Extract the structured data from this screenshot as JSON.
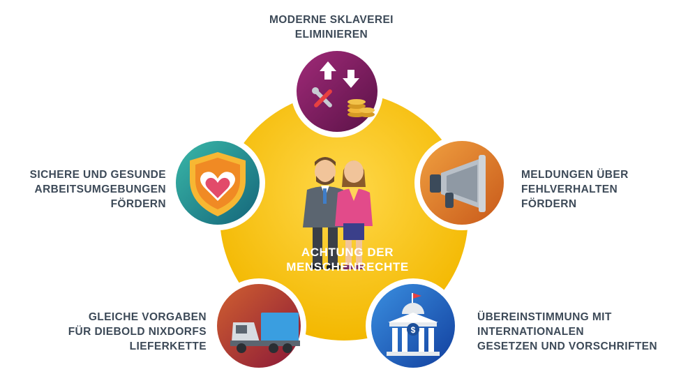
{
  "center": {
    "lines": [
      "ACHTUNG DER",
      "MENSCHENRECHTE"
    ],
    "icon": "two-people-icon"
  },
  "items": [
    {
      "lines": [
        "MODERNE SKLAVEREI",
        "ELIMINIEREN"
      ],
      "icon": "tools-coins-arrows-icon",
      "color": "#8b1e6b"
    },
    {
      "lines": [
        "MELDUNGEN ÜBER",
        "FEHLVERHALTEN",
        "FÖRDERN"
      ],
      "icon": "megaphone-icon",
      "color": "#e07b22"
    },
    {
      "lines": [
        "ÜBEREINSTIMMUNG MIT",
        "INTERNATIONALEN",
        "GESETZEN UND VORSCHRIFTEN"
      ],
      "icon": "government-building-icon",
      "color": "#1f5fbf"
    },
    {
      "lines": [
        "GLEICHE VORGABEN",
        "FÜR DIEBOLD NIXDORFS",
        "LIEFERKETTE"
      ],
      "icon": "delivery-truck-icon",
      "color": "#b02a3a"
    },
    {
      "lines": [
        "SICHERE UND GESUNDE",
        "ARBEITSUMGEBUNGEN",
        "FÖRDERN"
      ],
      "icon": "heart-shield-icon",
      "color": "#1f8f8a"
    }
  ],
  "colors": {
    "center_yellow": "#f6c600",
    "label_text": "#3d4a58"
  }
}
